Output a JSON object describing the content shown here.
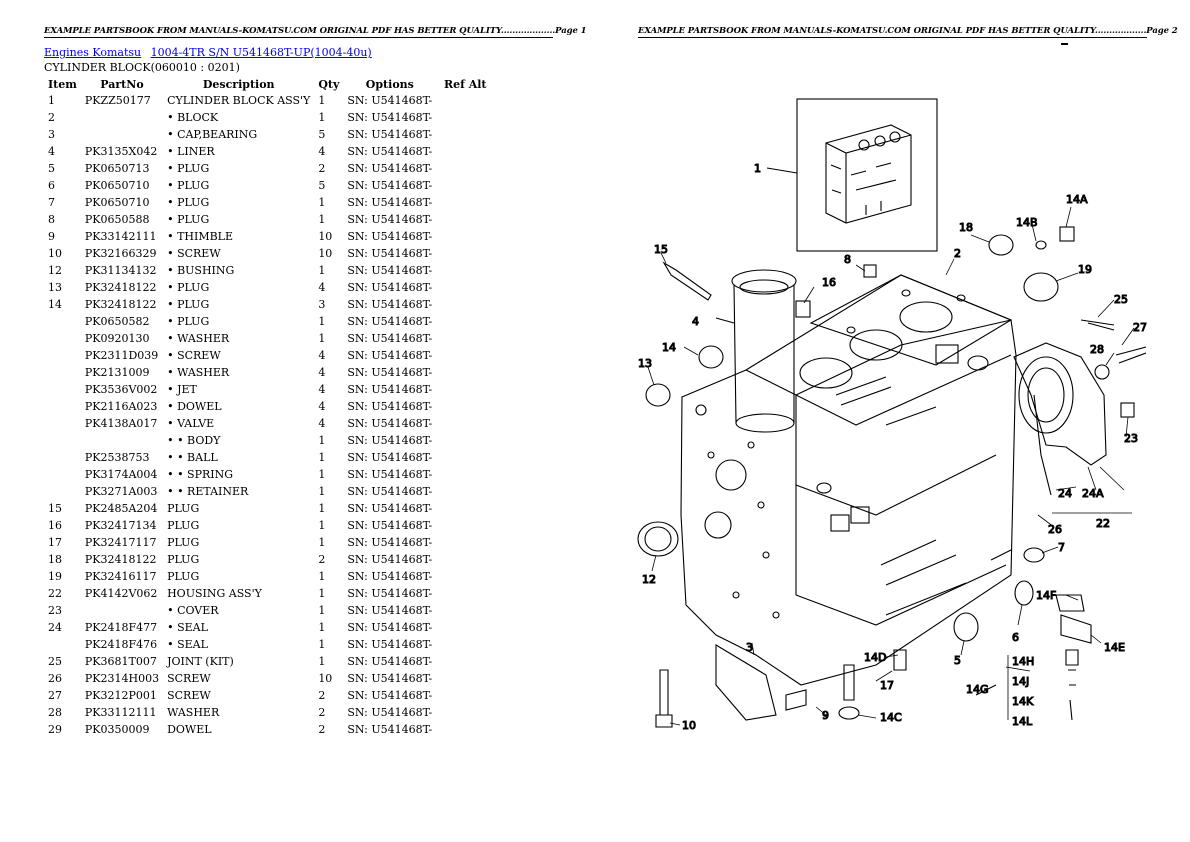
{
  "header_left": "EXAMPLE PARTSBOOK FROM MANUALS-KOMATSU.COM ORIGINAL PDF HAS BETTER QUALITY...................Page 1",
  "header_right": "EXAMPLE PARTSBOOK FROM MANUALS-KOMATSU.COM ORIGINAL PDF HAS BETTER QUALITY..................Page 2",
  "breadcrumb": {
    "link1": "Engines Komatsu",
    "link2": "1004-4TR S/N U541468T-UP(1004-40u)"
  },
  "section_title": "CYLINDER BLOCK(060010 : 0201)",
  "table": {
    "headers": [
      "Item",
      "PartNo",
      "Description",
      "Qty",
      "Options",
      "Ref Alt"
    ],
    "rows": [
      [
        "1",
        "PKZZ50177",
        "CYLINDER BLOCK ASS'Y",
        "1",
        "SN: U541468T-",
        ""
      ],
      [
        "2",
        "",
        "• BLOCK",
        "1",
        "SN: U541468T-",
        ""
      ],
      [
        "3",
        "",
        "• CAP,BEARING",
        "5",
        "SN: U541468T-",
        ""
      ],
      [
        "4",
        "PK3135X042",
        "• LINER",
        "4",
        "SN: U541468T-",
        ""
      ],
      [
        "5",
        "PK0650713",
        "• PLUG",
        "2",
        "SN: U541468T-",
        ""
      ],
      [
        "6",
        "PK0650710",
        "• PLUG",
        "5",
        "SN: U541468T-",
        ""
      ],
      [
        "7",
        "PK0650710",
        "• PLUG",
        "1",
        "SN: U541468T-",
        ""
      ],
      [
        "8",
        "PK0650588",
        "• PLUG",
        "1",
        "SN: U541468T-",
        ""
      ],
      [
        "9",
        "PK33142111",
        "• THIMBLE",
        "10",
        "SN: U541468T-",
        ""
      ],
      [
        "10",
        "PK32166329",
        "• SCREW",
        "10",
        "SN: U541468T-",
        ""
      ],
      [
        "12",
        "PK31134132",
        "• BUSHING",
        "1",
        "SN: U541468T-",
        ""
      ],
      [
        "13",
        "PK32418122",
        "• PLUG",
        "4",
        "SN: U541468T-",
        ""
      ],
      [
        "14",
        "PK32418122",
        "• PLUG",
        "3",
        "SN: U541468T-",
        ""
      ],
      [
        "",
        "PK0650582",
        "• PLUG",
        "1",
        "SN: U541468T-",
        ""
      ],
      [
        "",
        "PK0920130",
        "• WASHER",
        "1",
        "SN: U541468T-",
        ""
      ],
      [
        "",
        "PK2311D039",
        "• SCREW",
        "4",
        "SN: U541468T-",
        ""
      ],
      [
        "",
        "PK2131009",
        "• WASHER",
        "4",
        "SN: U541468T-",
        ""
      ],
      [
        "",
        "PK3536V002",
        "• JET",
        "4",
        "SN: U541468T-",
        ""
      ],
      [
        "",
        "PK2116A023",
        "• DOWEL",
        "4",
        "SN: U541468T-",
        ""
      ],
      [
        "",
        "PK4138A017",
        "• VALVE",
        "4",
        "SN: U541468T-",
        ""
      ],
      [
        "",
        "",
        "• • BODY",
        "1",
        "SN: U541468T-",
        ""
      ],
      [
        "",
        "PK2538753",
        "• • BALL",
        "1",
        "SN: U541468T-",
        ""
      ],
      [
        "",
        "PK3174A004",
        "• • SPRING",
        "1",
        "SN: U541468T-",
        ""
      ],
      [
        "",
        "PK3271A003",
        "• • RETAINER",
        "1",
        "SN: U541468T-",
        ""
      ],
      [
        "15",
        "PK2485A204",
        "PLUG",
        "1",
        "SN: U541468T-",
        ""
      ],
      [
        "16",
        "PK32417134",
        "PLUG",
        "1",
        "SN: U541468T-",
        ""
      ],
      [
        "17",
        "PK32417117",
        "PLUG",
        "1",
        "SN: U541468T-",
        ""
      ],
      [
        "18",
        "PK32418122",
        "PLUG",
        "2",
        "SN: U541468T-",
        ""
      ],
      [
        "19",
        "PK32416117",
        "PLUG",
        "1",
        "SN: U541468T-",
        ""
      ],
      [
        "22",
        "PK4142V062",
        "HOUSING ASS'Y",
        "1",
        "SN: U541468T-",
        ""
      ],
      [
        "23",
        "",
        "• COVER",
        "1",
        "SN: U541468T-",
        ""
      ],
      [
        "24",
        "PK2418F477",
        "• SEAL",
        "1",
        "SN: U541468T-",
        ""
      ],
      [
        "",
        "PK2418F476",
        "• SEAL",
        "1",
        "SN: U541468T-",
        ""
      ],
      [
        "25",
        "PK3681T007",
        "JOINT (KIT)",
        "1",
        "SN: U541468T-",
        ""
      ],
      [
        "26",
        "PK2314H003",
        "SCREW",
        "10",
        "SN: U541468T-",
        ""
      ],
      [
        "27",
        "PK3212P001",
        "SCREW",
        "2",
        "SN: U541468T-",
        ""
      ],
      [
        "28",
        "PK33112111",
        "WASHER",
        "2",
        "SN: U541468T-",
        ""
      ],
      [
        "29",
        "PK0350009",
        "DOWEL",
        "2",
        "SN: U541468T-",
        ""
      ]
    ]
  },
  "diagram_labels": [
    "1",
    "18",
    "14B",
    "14A",
    "15",
    "8",
    "2",
    "19",
    "16",
    "25",
    "27",
    "4",
    "14",
    "28",
    "13",
    "23",
    "24",
    "24A",
    "26",
    "22",
    "7",
    "12",
    "14F",
    "6",
    "14E",
    "3",
    "14D",
    "5",
    "14H",
    "17",
    "14J",
    "14G",
    "14K",
    "9",
    "14C",
    "10",
    "14L"
  ]
}
